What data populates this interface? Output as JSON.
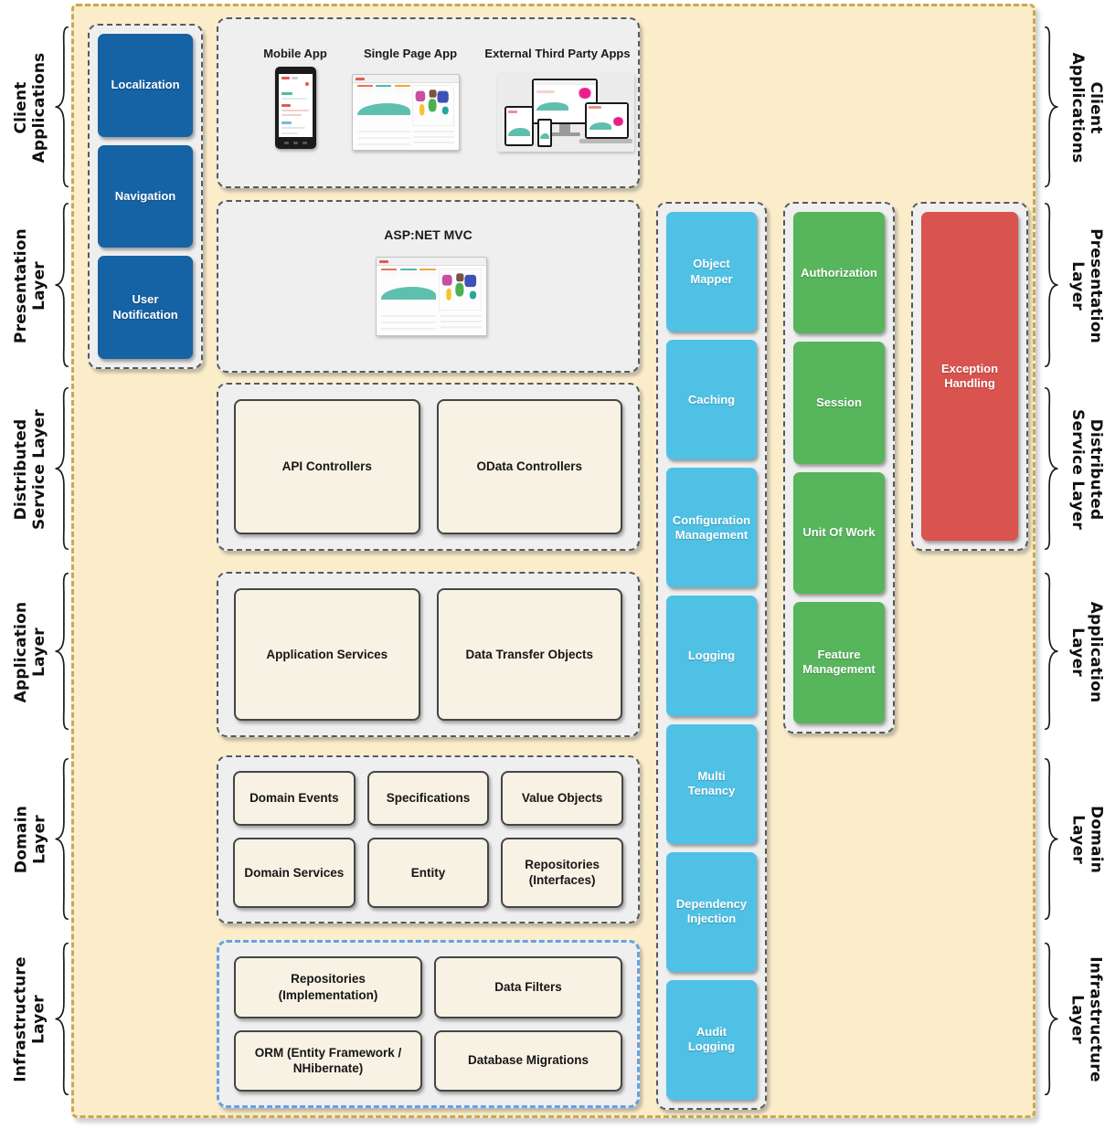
{
  "side_labels": [
    {
      "id": "client-applications",
      "line1": "Client",
      "line2": "Applications"
    },
    {
      "id": "presentation-layer",
      "line1": "Presentation",
      "line2": "Layer"
    },
    {
      "id": "distributed-service-layer",
      "line1": "Distributed",
      "line2": "Service Layer"
    },
    {
      "id": "application-layer",
      "line1": "Application",
      "line2": "Layer"
    },
    {
      "id": "domain-layer",
      "line1": "Domain",
      "line2": "Layer"
    },
    {
      "id": "infrastructure-layer",
      "line1": "Infrastructure",
      "line2": "Layer"
    }
  ],
  "ui_modules": {
    "items": [
      "Localization",
      "Navigation",
      "User Notification"
    ]
  },
  "client_apps": {
    "items": [
      {
        "label": "Mobile App",
        "icon": "mobile-app-image"
      },
      {
        "label": "Single Page App",
        "icon": "single-page-app-image"
      },
      {
        "label": "External Third Party Apps",
        "icon": "external-apps-image"
      }
    ]
  },
  "presentation": {
    "title": "ASP:NET MVC",
    "icon": "aspnet-mvc-image"
  },
  "distributed_service": {
    "items": [
      "API Controllers",
      "OData Controllers"
    ]
  },
  "application": {
    "items": [
      "Application Services",
      "Data Transfer Objects"
    ]
  },
  "domain": {
    "items": [
      "Domain Events",
      "Specifications",
      "Value Objects",
      "Domain Services",
      "Entity",
      "Repositories (Interfaces)"
    ]
  },
  "infrastructure": {
    "items": [
      "Repositories (Implementation)",
      "Data Filters",
      "ORM (Entity Framework / NHibernate)",
      "Database Migrations"
    ]
  },
  "cross_cutting": {
    "items": [
      "Object Mapper",
      "Caching",
      "Configuration Management",
      "Logging",
      "Multi Tenancy",
      "Dependency Injection",
      "Audit Logging"
    ]
  },
  "security_concerns": {
    "items": [
      "Authorization",
      "Session",
      "Unit Of Work",
      "Feature Management"
    ]
  },
  "exception": {
    "label": "Exception Handling"
  },
  "colors": {
    "panel_bg": "#FBEDC9",
    "panel_border": "#C9A851",
    "container_bg": "#EFEFEF",
    "container_border": "#595959",
    "blue": "#1562A4",
    "cyan": "#4FC1E5",
    "green": "#57B55C",
    "red": "#D9534F",
    "cream": "#F7F2E4",
    "infrastructure_border": "#64A4E0",
    "chart_teal": "#5FBFAE"
  }
}
